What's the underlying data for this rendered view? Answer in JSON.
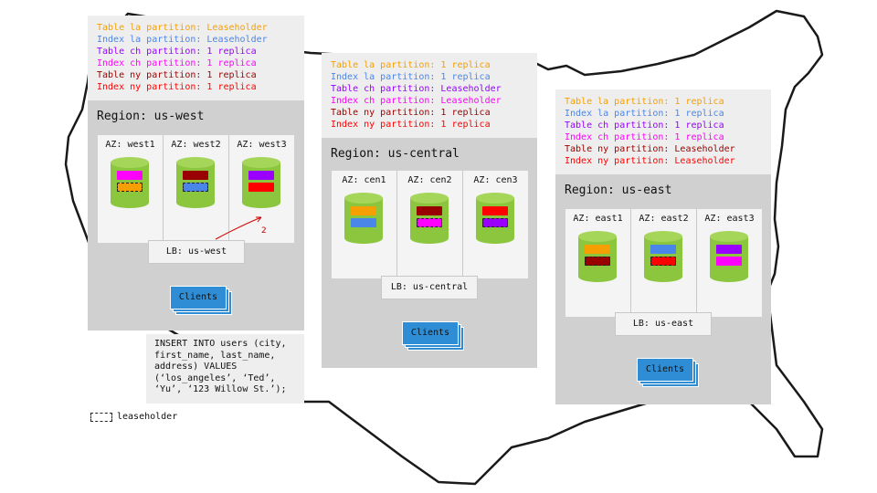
{
  "colors": {
    "orange": "#f5a000",
    "blue": "#4a86e8",
    "purple": "#9900ff",
    "magenta": "#ff00ff",
    "darkred": "#990000",
    "red": "#ff0000",
    "cylinder_green": "#8cc63f",
    "clients_blue": "#2e8dd4"
  },
  "regions": [
    {
      "legend": [
        {
          "text": "Table la partition: Leaseholder",
          "color": "orange"
        },
        {
          "text": "Index la partition: Leaseholder",
          "color": "blue"
        },
        {
          "text": "Table ch partition: 1 replica",
          "color": "purple"
        },
        {
          "text": "Index ch partition: 1 replica",
          "color": "magenta"
        },
        {
          "text": "Table ny partition: 1 replica",
          "color": "darkred"
        },
        {
          "text": "Index ny partition: 1 replica",
          "color": "red"
        }
      ],
      "title": "Region: us-west",
      "azs": [
        {
          "label": "AZ: west1",
          "bars": [
            {
              "color": "magenta",
              "leaseholder": false
            },
            {
              "color": "orange",
              "leaseholder": true
            }
          ]
        },
        {
          "label": "AZ: west2",
          "bars": [
            {
              "color": "darkred",
              "leaseholder": false
            },
            {
              "color": "blue",
              "leaseholder": true
            }
          ]
        },
        {
          "label": "AZ: west3",
          "bars": [
            {
              "color": "purple",
              "leaseholder": false
            },
            {
              "color": "red",
              "leaseholder": false
            }
          ]
        }
      ],
      "lb": "LB: us-west",
      "clients": "Clients"
    },
    {
      "legend": [
        {
          "text": "Table la partition: 1 replica",
          "color": "orange"
        },
        {
          "text": "Index la partition: 1 replica",
          "color": "blue"
        },
        {
          "text": "Table ch partition: Leaseholder",
          "color": "purple"
        },
        {
          "text": "Index ch partition: Leaseholder",
          "color": "magenta"
        },
        {
          "text": "Table ny partition: 1 replica",
          "color": "darkred"
        },
        {
          "text": "Index ny partition: 1 replica",
          "color": "red"
        }
      ],
      "title": "Region: us-central",
      "azs": [
        {
          "label": "AZ: cen1",
          "bars": [
            {
              "color": "orange",
              "leaseholder": false
            },
            {
              "color": "blue",
              "leaseholder": false
            }
          ]
        },
        {
          "label": "AZ: cen2",
          "bars": [
            {
              "color": "darkred",
              "leaseholder": false
            },
            {
              "color": "magenta",
              "leaseholder": true
            }
          ]
        },
        {
          "label": "AZ: cen3",
          "bars": [
            {
              "color": "red",
              "leaseholder": false
            },
            {
              "color": "purple",
              "leaseholder": true
            }
          ]
        }
      ],
      "lb": "LB: us-central",
      "clients": "Clients"
    },
    {
      "legend": [
        {
          "text": "Table la partition: 1 replica",
          "color": "orange"
        },
        {
          "text": "Index la partition: 1 replica",
          "color": "blue"
        },
        {
          "text": "Table ch partition: 1 replica",
          "color": "purple"
        },
        {
          "text": "Index ch partition: 1 replica",
          "color": "magenta"
        },
        {
          "text": "Table ny partition: Leaseholder",
          "color": "darkred"
        },
        {
          "text": "Index ny partition: Leaseholder",
          "color": "red"
        }
      ],
      "title": "Region: us-east",
      "azs": [
        {
          "label": "AZ: east1",
          "bars": [
            {
              "color": "orange",
              "leaseholder": false
            },
            {
              "color": "darkred",
              "leaseholder": true
            }
          ]
        },
        {
          "label": "AZ: east2",
          "bars": [
            {
              "color": "blue",
              "leaseholder": false
            },
            {
              "color": "red",
              "leaseholder": true
            }
          ]
        },
        {
          "label": "AZ: east3",
          "bars": [
            {
              "color": "purple",
              "leaseholder": false
            },
            {
              "color": "magenta",
              "leaseholder": false
            }
          ]
        }
      ],
      "lb": "LB: us-east",
      "clients": "Clients"
    }
  ],
  "sql": "INSERT INTO users (city,\nfirst_name, last_name,\naddress) VALUES\n(‘los_angeles’, ‘Ted’,\n‘Yu’, ‘123 Willow St.’);",
  "legend_note": "leaseholder",
  "arrow_label": "2"
}
